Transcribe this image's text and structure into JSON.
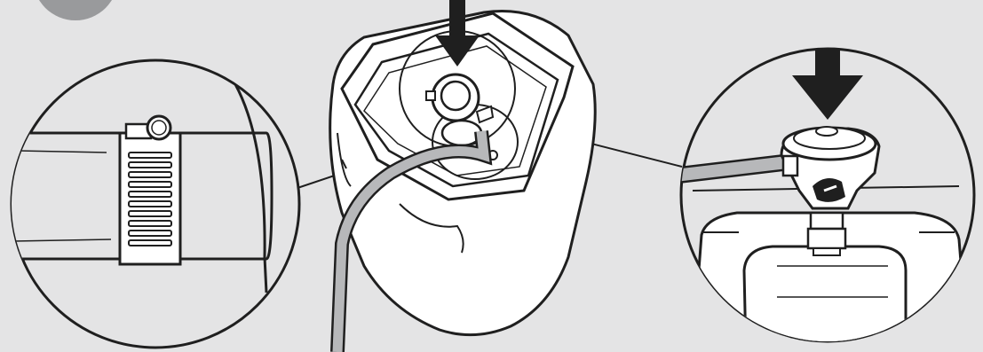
{
  "figure": {
    "kind": "instruction-illustration",
    "step_badge_color": "#999a9c",
    "background_color": "#e4e4e5",
    "line_color": "#1f1f1f",
    "hose_color": "#b7b8ba",
    "arrow_color": "#1f1f1f",
    "parts": [
      "hose-clamp-detail",
      "gas-bottle",
      "regulator-detail",
      "push-down-arrow"
    ]
  }
}
